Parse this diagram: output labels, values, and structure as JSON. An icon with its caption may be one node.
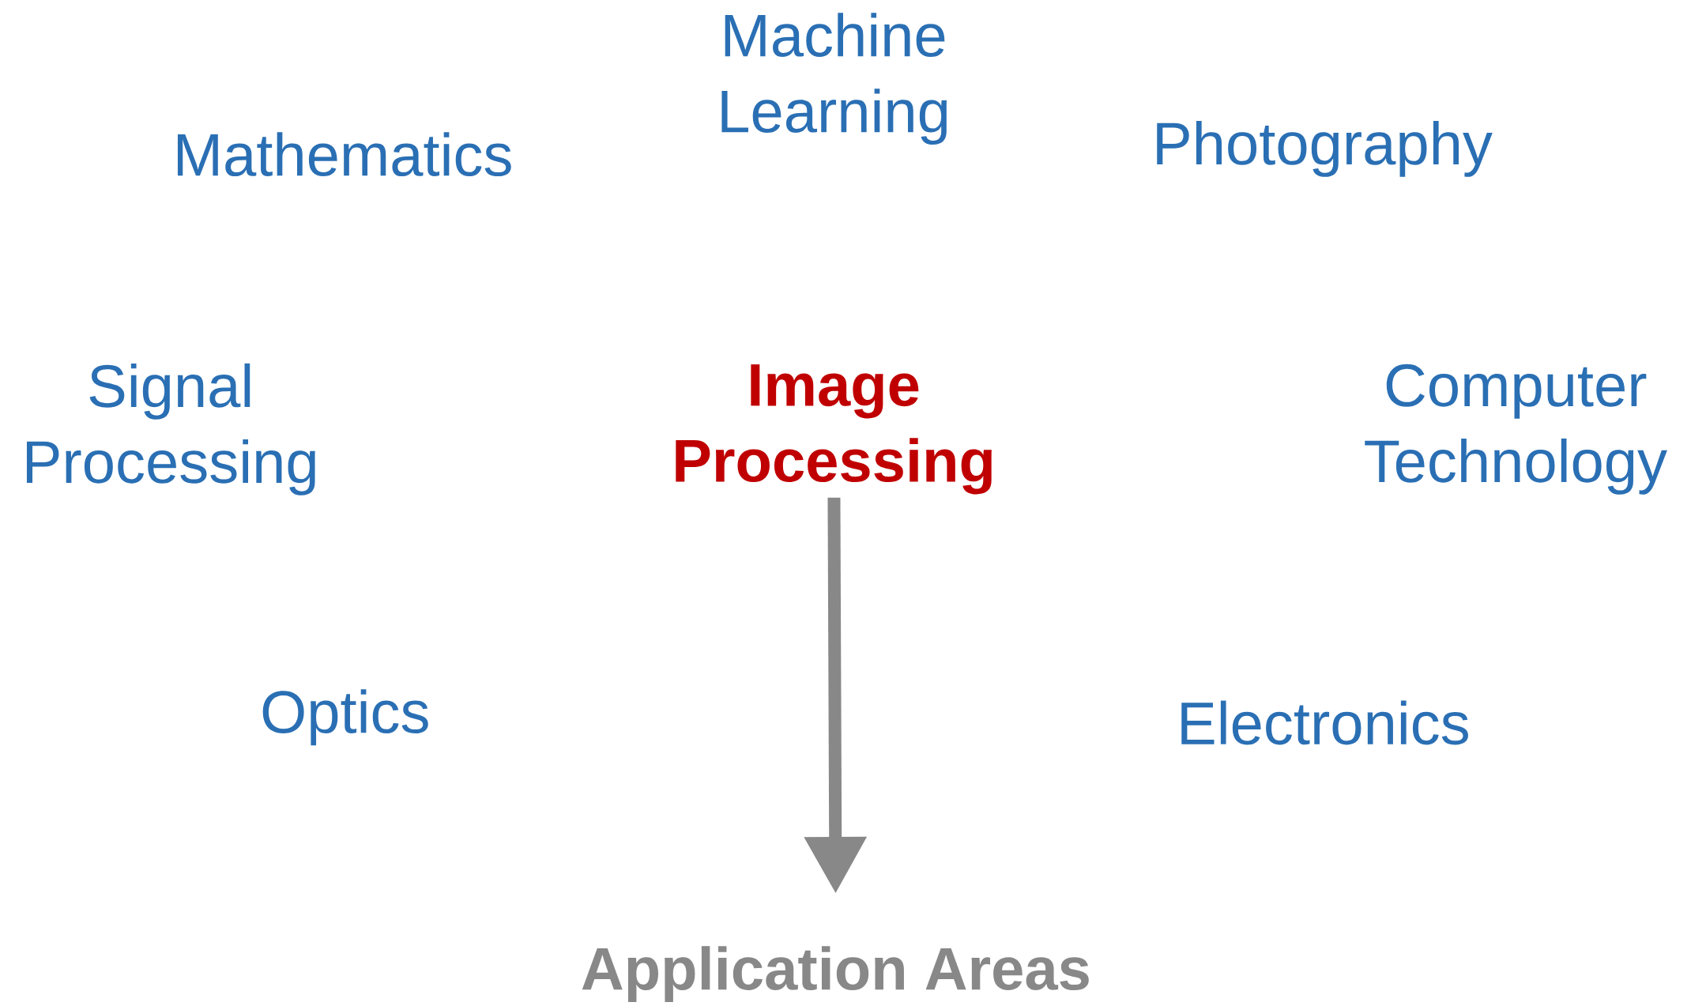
{
  "diagram": {
    "nodes": [
      {
        "text": [
          "Mathematics"
        ]
      },
      {
        "text": [
          "Machine Learning"
        ]
      },
      {
        "text": [
          "Photography"
        ]
      },
      {
        "text": [
          "Signal Processing"
        ]
      },
      {
        "text": [
          "Image Processing"
        ]
      },
      {
        "text": [
          "Computer Technology"
        ]
      },
      {
        "text": [
          "Optics"
        ]
      },
      {
        "text": [
          "Electronics"
        ]
      },
      {
        "text": [
          "Application Areas"
        ]
      }
    ],
    "edges": [
      {
        "from": 4,
        "to": 8,
        "arrow": "to"
      }
    ]
  }
}
